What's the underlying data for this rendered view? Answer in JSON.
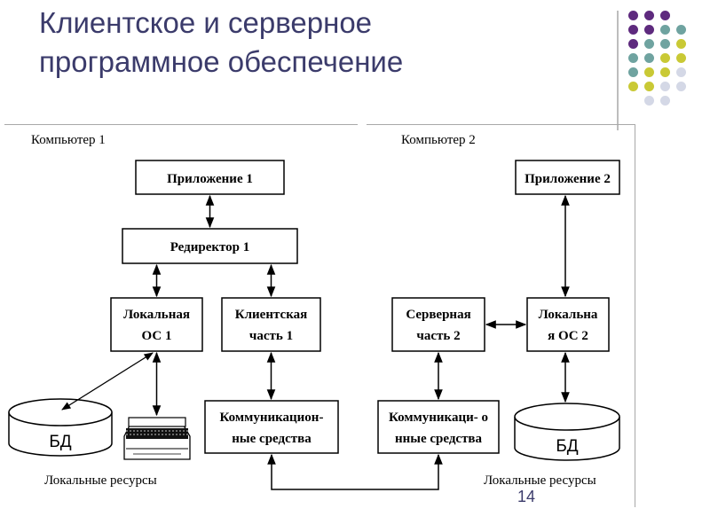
{
  "slide": {
    "title_line1": "Клиентское и серверное",
    "title_line2": "программное обеспечение",
    "page_number": "14",
    "colors": {
      "title": "#3b3b6b",
      "dot_purple": "#5e2a7e",
      "dot_teal": "#6fa3a0",
      "dot_olive": "#c9c935",
      "dot_light": "#d4d8e6"
    }
  },
  "diagram": {
    "computer1_label": "Компьютер 1",
    "computer2_label": "Компьютер 2",
    "app1": "Приложение 1",
    "app2": "Приложение 2",
    "redirector1": "Редиректор 1",
    "local_os1_line1": "Локальная",
    "local_os1_line2": "ОС 1",
    "client_part_line1": "Клиентская",
    "client_part_line2": "часть 1",
    "server_part_line1": "Серверная",
    "server_part_line2": "часть 2",
    "local_os2_line1": "Локальна",
    "local_os2_line2": "я ОС 2",
    "comm1_line1": "Коммуникацион-",
    "comm1_line2": "ные средства",
    "comm2_line1": "Коммуникаци- о",
    "comm2_line2": "нные средства",
    "db1": "БД",
    "db2": "БД",
    "local_resources1": "Локальные ресурсы",
    "local_resources2": "Локальные ресурсы"
  }
}
